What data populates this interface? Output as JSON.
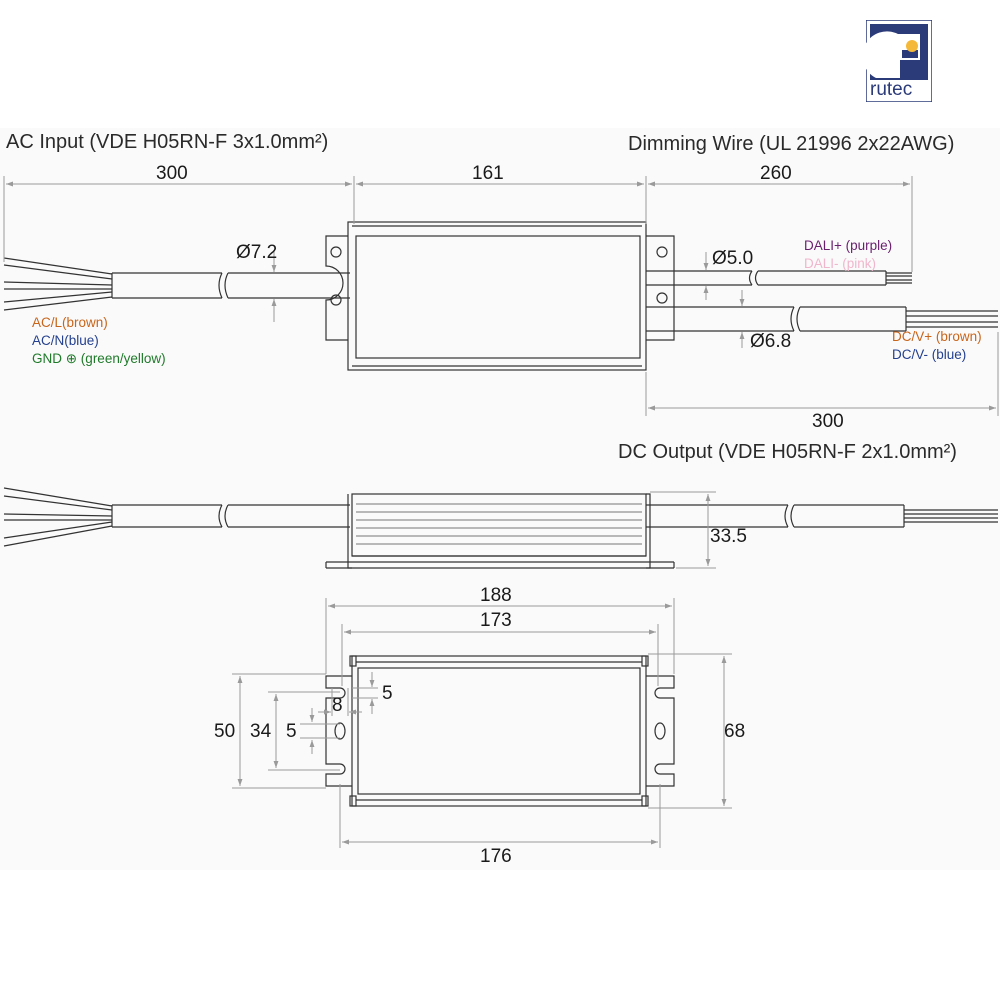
{
  "logo": {
    "text": "rutec",
    "navy": "#2b3a78",
    "accent": "#f5b93a"
  },
  "titles": {
    "ac_input": "AC Input (VDE H05RN-F 3x1.0mm²)",
    "dimming": "Dimming Wire (UL 21996 2x22AWG)",
    "dc_output": "DC Output (VDE H05RN-F 2x1.0mm²)"
  },
  "wires": {
    "ac_l": "AC/L(brown)",
    "ac_n": "AC/N(blue)",
    "gnd": "GND ⊕ (green/yellow)",
    "dali_plus": "DALI+ (purple)",
    "dali_minus": "DALI- (pink)",
    "dc_plus": "DC/V+ (brown)",
    "dc_minus": "DC/V- (blue)"
  },
  "colors": {
    "brown": "#c8651b",
    "blue": "#24408e",
    "green": "#1f7a2a",
    "purple": "#6a1f6e",
    "pink": "#f0b6cc"
  },
  "dims": {
    "ac_length": "300",
    "body_length": "161",
    "dim_length": "260",
    "dc_length": "300",
    "ac_diameter": "Ø7.2",
    "dim_diameter": "Ø5.0",
    "dc_diameter": "Ø6.8",
    "height": "33.5",
    "overall_length": "188",
    "hole_spacing": "173",
    "base_length": "176",
    "width": "68",
    "mount_50": "50",
    "mount_34": "34",
    "slot_5a": "5",
    "slot_8": "8",
    "slot_5b": "5"
  }
}
